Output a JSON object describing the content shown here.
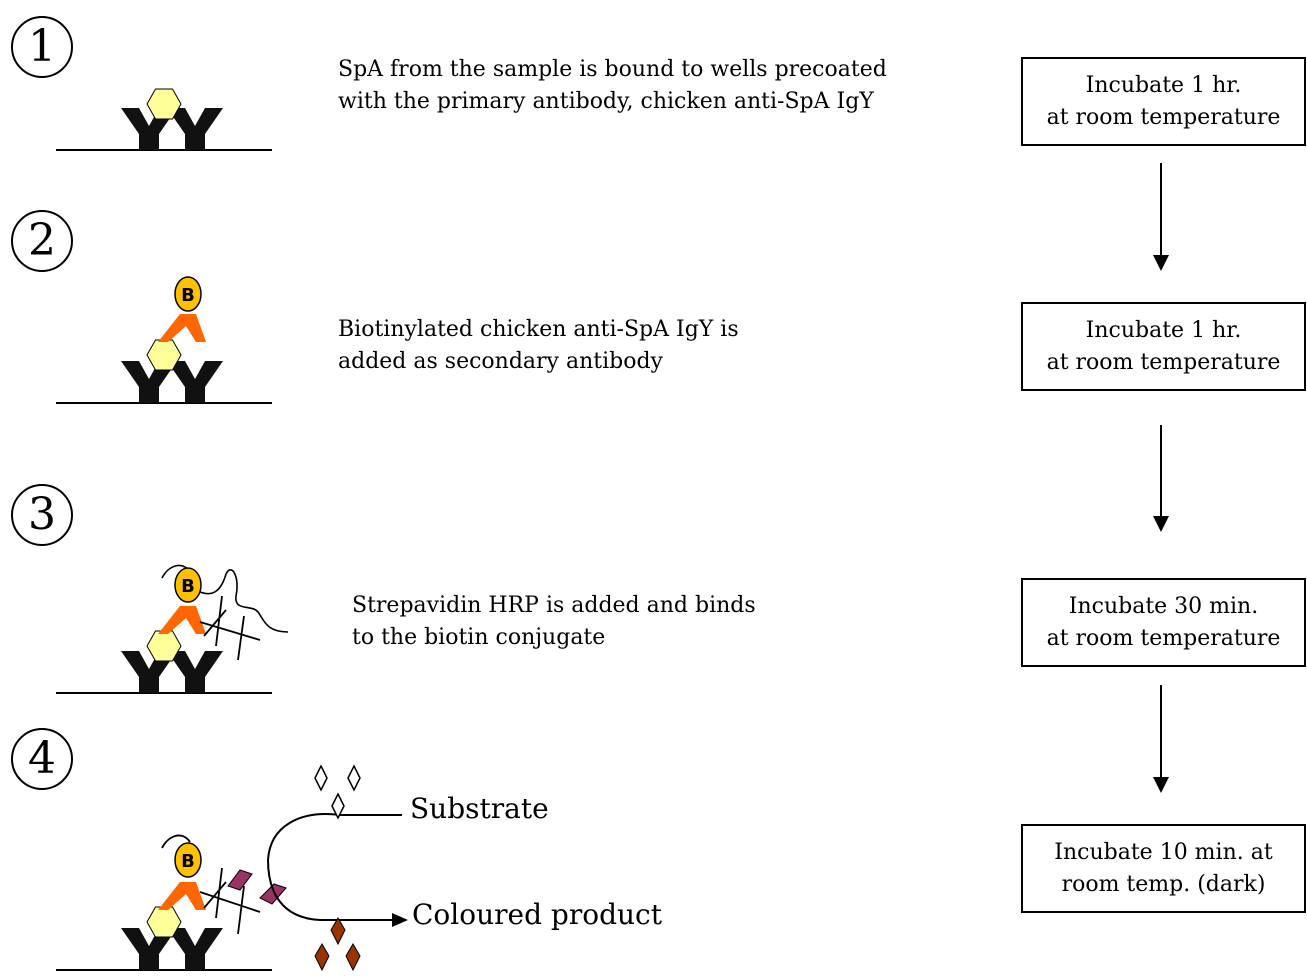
{
  "steps": [
    {
      "number": "1",
      "description": [
        "SpA from the sample is bound to wells precoated",
        "with the primary antibody, chicken anti-SpA IgY"
      ]
    },
    {
      "number": "2",
      "description": [
        "Biotinylated chicken anti-SpA IgY is",
        "added as secondary antibody"
      ]
    },
    {
      "number": "3",
      "description": [
        "Strepavidin HRP is added and binds",
        "to the biotin conjugate"
      ]
    },
    {
      "number": "4",
      "description": []
    }
  ],
  "incubations": [
    [
      "Incubate 1 hr.",
      "at room temperature"
    ],
    [
      "Incubate 1 hr.",
      "at room temperature"
    ],
    [
      "Incubate 30 min.",
      "at room temperature"
    ],
    [
      "Incubate 10 min. at",
      "room temp. (dark)"
    ]
  ],
  "biotin_label": "B",
  "reaction": {
    "substrate": "Substrate",
    "product": "Coloured product"
  },
  "colors": {
    "antigen": "#ffff99",
    "biotin": "#ffc000",
    "secondary_antibody": "#ff6600",
    "hrp": "#993366",
    "product": "#993300"
  }
}
